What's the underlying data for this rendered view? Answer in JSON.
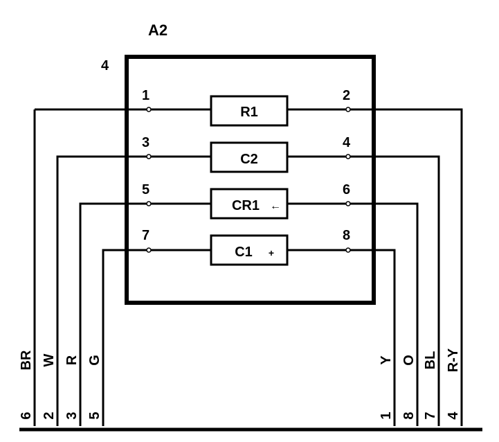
{
  "module": {
    "name": "A2",
    "corner_number": "4"
  },
  "components": [
    {
      "label": "R1",
      "left_pin": "1",
      "right_pin": "2"
    },
    {
      "label": "C2",
      "left_pin": "3",
      "right_pin": "4"
    },
    {
      "label": "CR1",
      "left_pin": "5",
      "right_pin": "6",
      "symbol": "←"
    },
    {
      "label": "C1",
      "left_pin": "7",
      "right_pin": "8",
      "symbol": "+"
    }
  ],
  "left_wires": [
    {
      "color": "BR",
      "terminal": "6"
    },
    {
      "color": "W",
      "terminal": "2"
    },
    {
      "color": "R",
      "terminal": "3"
    },
    {
      "color": "G",
      "terminal": "5"
    }
  ],
  "right_wires": [
    {
      "color": "Y",
      "terminal": "1"
    },
    {
      "color": "O",
      "terminal": "8"
    },
    {
      "color": "BL",
      "terminal": "7"
    },
    {
      "color": "R-Y",
      "terminal": "4"
    }
  ],
  "line_color": "#000000",
  "background_color": "#ffffff"
}
